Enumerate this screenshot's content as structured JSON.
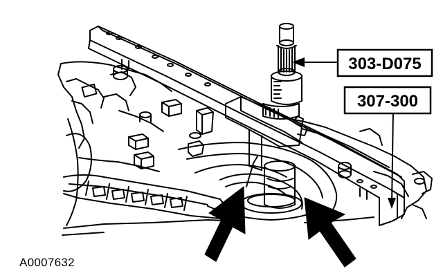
{
  "callouts": {
    "tool_top": "303-D075",
    "tool_right": "307-300"
  },
  "figure_id": "A0007632",
  "colors": {
    "ink": "#000000",
    "paper": "#ffffff"
  }
}
